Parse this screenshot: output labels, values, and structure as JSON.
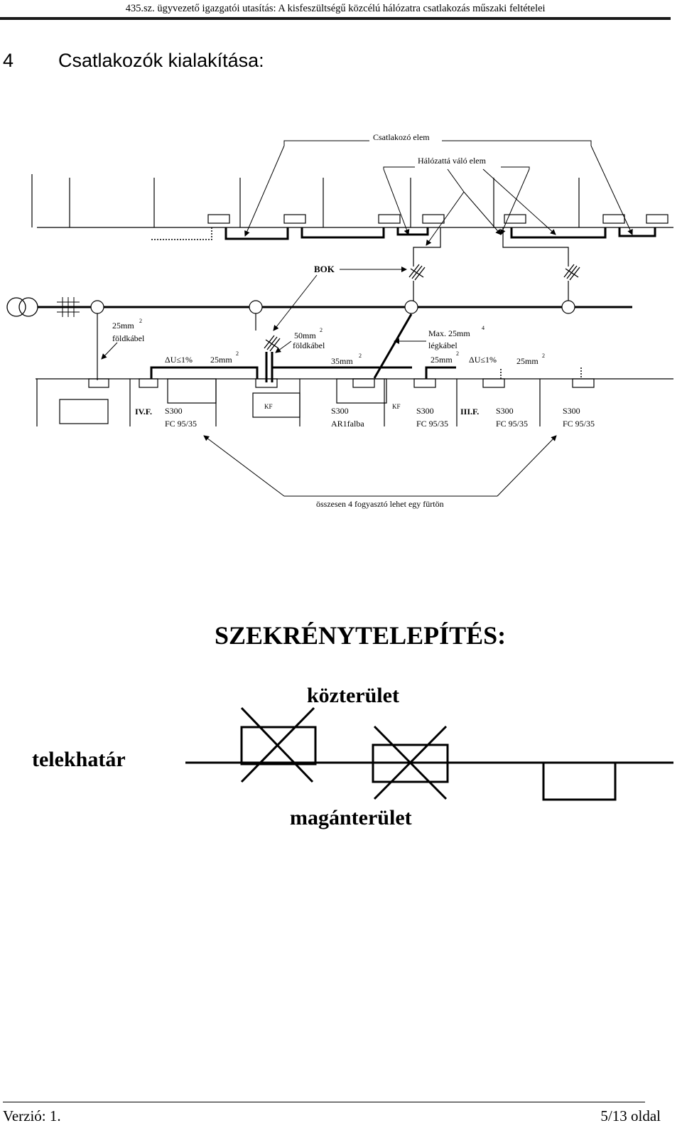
{
  "header": {
    "text": "435.sz. ügyvezető igazgatói utasítás: A kisfeszültségű közcélú hálózatra csatlakozás műszaki feltételei"
  },
  "section": {
    "number": "4",
    "title": "Csatlakozók kialakítása:"
  },
  "diagram1": {
    "labels": {
      "csatlakozo_elem": "Csatlakozó elem",
      "halozatta_valo_elem": "Hálózattá váló elem",
      "bok": "BOK",
      "foldkabel_25_a": "25mm",
      "foldkabel_25_b": "földkábel",
      "foldkabel_50_a": "50mm",
      "foldkabel_50_b": "földkábel",
      "legkabel_a": "Max. 25mm",
      "legkabel_b": "légkábel",
      "au_left": "ΔU≤1%",
      "au_right": "ΔU≤1%",
      "mm25_a": "25mm",
      "mm35": "35mm",
      "mm25_b": "25mm",
      "mm25_c": "25mm",
      "sq": "2",
      "fourth": "4",
      "ivf": "IV.F.",
      "iiif": "III.F.",
      "kf_a": "KF",
      "kf_b": "KF",
      "box_labels": [
        [
          "S300",
          "FC 95/35"
        ],
        [
          "S300",
          "AR1falba"
        ],
        [
          "S300",
          "FC 95/35"
        ],
        [
          "S300",
          "FC 95/35"
        ],
        [
          "S300",
          "FC 95/35"
        ]
      ],
      "osszesen": "összesen 4 fogyasztó lehet egy fürtön"
    }
  },
  "diagram2": {
    "title": "SZEKRÉNYTELEPÍTÉS:",
    "kozterulet": "közterület",
    "telekhatar": "telekhatár",
    "maganterulet": "magánterület"
  },
  "footer": {
    "version": "Verzió: 1.",
    "page": "5/13 oldal"
  }
}
